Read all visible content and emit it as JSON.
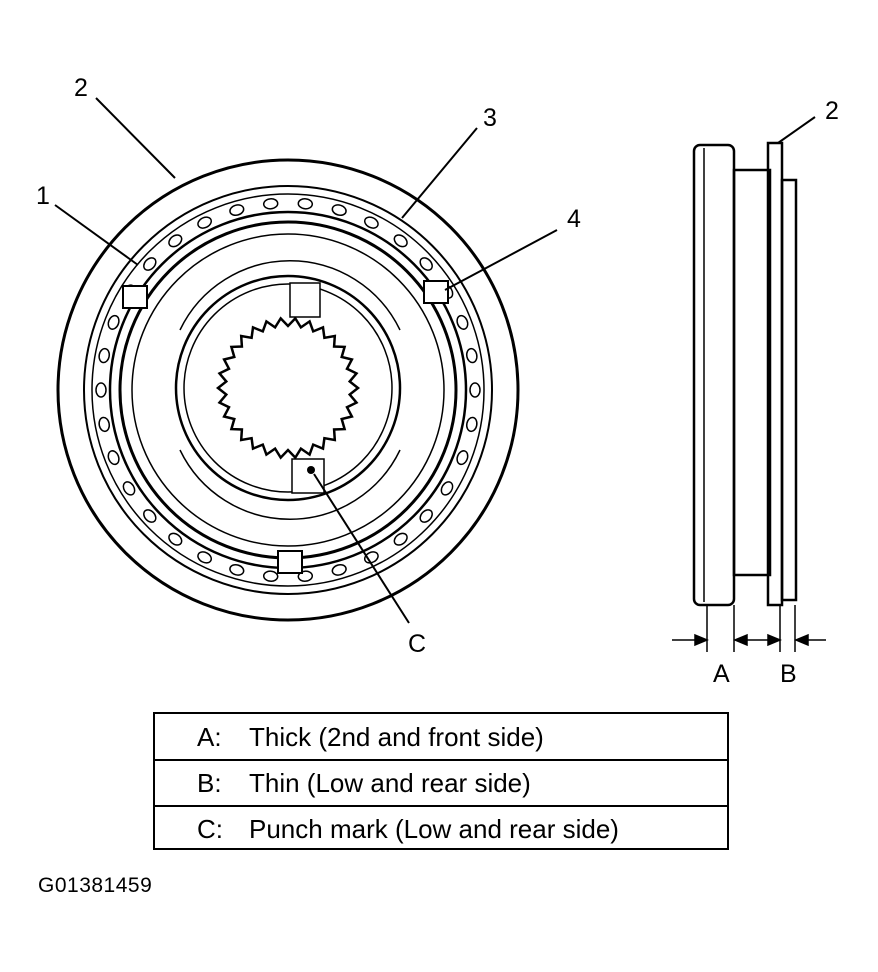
{
  "diagram": {
    "callouts": {
      "one": "1",
      "two": "2",
      "three": "3",
      "four": "4",
      "two_side": "2",
      "c": "C",
      "a": "A",
      "b": "B"
    }
  },
  "legend": [
    {
      "key": "A:",
      "text": "Thick (2nd and front side)"
    },
    {
      "key": "B:",
      "text": "Thin (Low and rear side)"
    },
    {
      "key": "C:",
      "text": "Punch mark (Low and rear side)"
    }
  ],
  "figure_code": "G01381459"
}
